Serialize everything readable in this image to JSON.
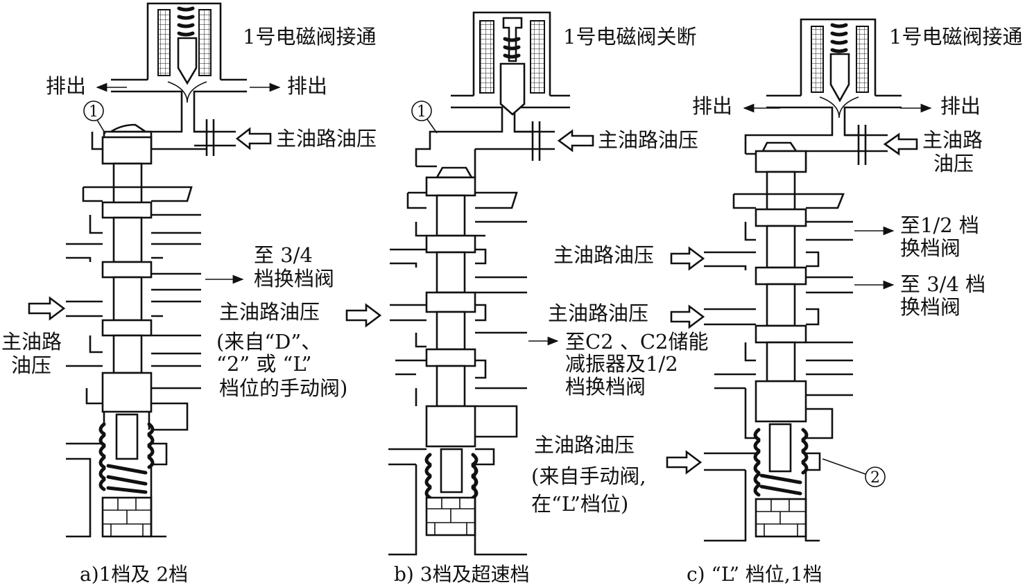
{
  "panels": [
    {
      "caption": "a)1档及 2档",
      "solenoid_state": "1号电磁阀接通",
      "exhaust_left": "排出",
      "exhaust_right": "排出",
      "main_pressure_top": "主油路油压",
      "marker": "1",
      "outlet_label_line1": "至 3/4",
      "outlet_label_line2": "档换档阀",
      "inlet_left_line1": "主油路",
      "inlet_left_line2": "油压",
      "inlet_right_line1": "主油路油压",
      "inlet_right_line2": "(来自“D”、",
      "inlet_right_line3": "“2” 或 “L”",
      "inlet_right_line4": "档位的手动阀)"
    },
    {
      "caption": "b) 3档及超速档",
      "solenoid_state": "1号电磁阀关断",
      "main_pressure_top": "主油路油压",
      "marker": "1",
      "outlet_label_line1": "至C2 、C2储能",
      "outlet_label_line2": "减振器及1/2",
      "outlet_label_line3": "档换档阀",
      "inlet_bottom_line1": "主油路油压",
      "inlet_bottom_line2": "(来自手动阀,",
      "inlet_bottom_line3": "在“L”档位)"
    },
    {
      "caption": "c) “L” 档位,1档",
      "solenoid_state": "1号电磁阀接通",
      "exhaust_left": "排出",
      "exhaust_right": "排出",
      "main_pressure_top_line1": "主油路",
      "main_pressure_top_line2": "油压",
      "outlet1_line1": "至1/2 档",
      "outlet1_line2": "换档阀",
      "outlet2_line1": "至 3/4 档",
      "outlet2_line2": "换档阀",
      "inlet1": "主油路油压",
      "inlet2": "主油路油压",
      "marker": "2"
    }
  ]
}
